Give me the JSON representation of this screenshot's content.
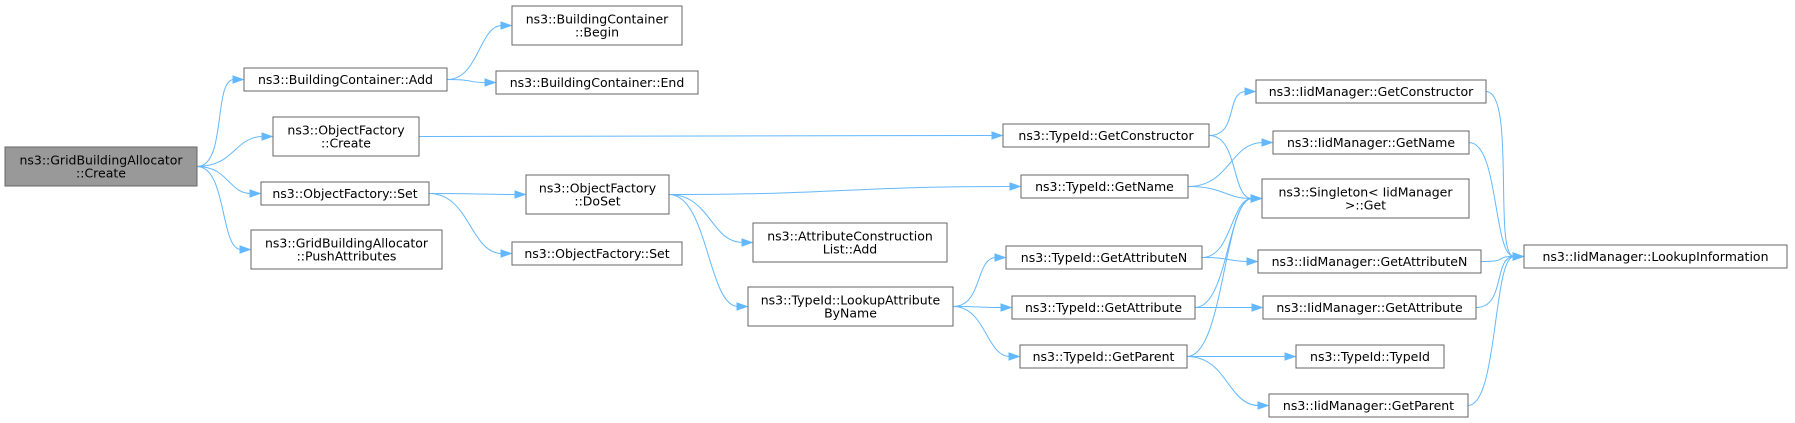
{
  "graph": {
    "title": "",
    "edge_color": "#63b8ff",
    "root_fill": "#999999",
    "node_fill": "#ffffff",
    "node_border": "#666666",
    "nodes": [
      {
        "id": "root",
        "lines": [
          "ns3::GridBuildingAllocator",
          "::Create"
        ],
        "root": true
      },
      {
        "id": "bc_add",
        "lines": [
          "ns3::BuildingContainer::Add"
        ]
      },
      {
        "id": "bc_begin",
        "lines": [
          "ns3::BuildingContainer",
          "::Begin"
        ]
      },
      {
        "id": "bc_end",
        "lines": [
          "ns3::BuildingContainer::End"
        ]
      },
      {
        "id": "of_create",
        "lines": [
          "ns3::ObjectFactory",
          "::Create"
        ]
      },
      {
        "id": "of_set",
        "lines": [
          "ns3::ObjectFactory::Set"
        ]
      },
      {
        "id": "gba_push",
        "lines": [
          "ns3::GridBuildingAllocator",
          "::PushAttributes"
        ]
      },
      {
        "id": "of_doset",
        "lines": [
          "ns3::ObjectFactory",
          "::DoSet"
        ]
      },
      {
        "id": "of_set2",
        "lines": [
          "ns3::ObjectFactory::Set"
        ]
      },
      {
        "id": "acl_add",
        "lines": [
          "ns3::AttributeConstruction",
          "List::Add"
        ]
      },
      {
        "id": "tid_lookup",
        "lines": [
          "ns3::TypeId::LookupAttribute",
          "ByName"
        ]
      },
      {
        "id": "tid_getctor",
        "lines": [
          "ns3::TypeId::GetConstructor"
        ]
      },
      {
        "id": "tid_getname",
        "lines": [
          "ns3::TypeId::GetName"
        ]
      },
      {
        "id": "tid_getattrn",
        "lines": [
          "ns3::TypeId::GetAttributeN"
        ]
      },
      {
        "id": "tid_getattr",
        "lines": [
          "ns3::TypeId::GetAttribute"
        ]
      },
      {
        "id": "tid_getparent",
        "lines": [
          "ns3::TypeId::GetParent"
        ]
      },
      {
        "id": "iid_getctor",
        "lines": [
          "ns3::IidManager::GetConstructor"
        ]
      },
      {
        "id": "iid_getname",
        "lines": [
          "ns3::IidManager::GetName"
        ]
      },
      {
        "id": "singleton",
        "lines": [
          "ns3::Singleton< IidManager",
          ">::Get"
        ]
      },
      {
        "id": "iid_getattrn",
        "lines": [
          "ns3::IidManager::GetAttributeN"
        ]
      },
      {
        "id": "iid_getattr",
        "lines": [
          "ns3::IidManager::GetAttribute"
        ]
      },
      {
        "id": "tid_typeid",
        "lines": [
          "ns3::TypeId::TypeId"
        ]
      },
      {
        "id": "iid_getparent",
        "lines": [
          "ns3::IidManager::GetParent"
        ]
      },
      {
        "id": "iid_lookup",
        "lines": [
          "ns3::IidManager::LookupInformation"
        ]
      }
    ],
    "edges": [
      [
        "root",
        "bc_add"
      ],
      [
        "root",
        "of_create"
      ],
      [
        "root",
        "of_set"
      ],
      [
        "root",
        "gba_push"
      ],
      [
        "bc_add",
        "bc_begin"
      ],
      [
        "bc_add",
        "bc_end"
      ],
      [
        "of_create",
        "tid_getctor"
      ],
      [
        "of_set",
        "of_doset"
      ],
      [
        "of_set",
        "of_set2"
      ],
      [
        "of_doset",
        "tid_getname"
      ],
      [
        "of_doset",
        "acl_add"
      ],
      [
        "of_doset",
        "tid_lookup"
      ],
      [
        "tid_getctor",
        "iid_getctor"
      ],
      [
        "tid_getctor",
        "singleton"
      ],
      [
        "tid_getname",
        "iid_getname"
      ],
      [
        "tid_getname",
        "singleton"
      ],
      [
        "tid_lookup",
        "tid_getattrn"
      ],
      [
        "tid_lookup",
        "tid_getattr"
      ],
      [
        "tid_lookup",
        "tid_getparent"
      ],
      [
        "tid_getattrn",
        "singleton"
      ],
      [
        "tid_getattrn",
        "iid_getattrn"
      ],
      [
        "tid_getattr",
        "singleton"
      ],
      [
        "tid_getattr",
        "iid_getattr"
      ],
      [
        "tid_getparent",
        "singleton"
      ],
      [
        "tid_getparent",
        "tid_typeid"
      ],
      [
        "tid_getparent",
        "iid_getparent"
      ],
      [
        "iid_getctor",
        "iid_lookup"
      ],
      [
        "iid_getname",
        "iid_lookup"
      ],
      [
        "iid_getattrn",
        "iid_lookup"
      ],
      [
        "iid_getattr",
        "iid_lookup"
      ],
      [
        "iid_getparent",
        "iid_lookup"
      ]
    ]
  }
}
